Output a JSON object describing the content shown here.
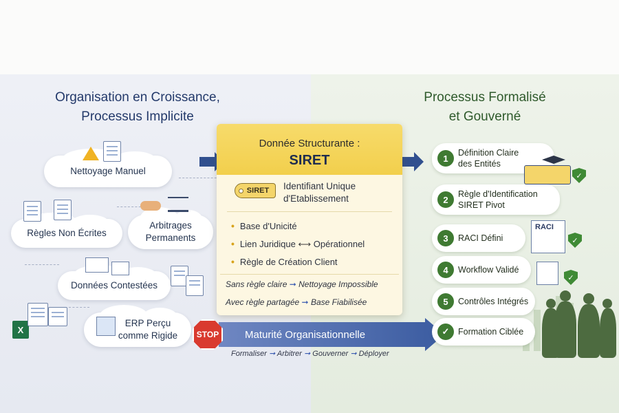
{
  "left": {
    "title_line1": "Organisation en Croissance,",
    "title_line2": "Processus Implicite",
    "clouds": {
      "nettoyage": "Nettoyage Manuel",
      "regles": "Règles Non Écrites",
      "arbitrages_1": "Arbitrages",
      "arbitrages_2": "Permanents",
      "donnees": "Données Contestées",
      "erp_1": "ERP Perçu",
      "erp_2": "comme Rigide"
    },
    "stop_label": "STOP"
  },
  "center": {
    "header_title": "Donnée Structurante :",
    "header_siret": "SIRET",
    "tag_label": "SIRET",
    "identifier_line1": "Identifiant Unique",
    "identifier_line2": "d'Etablissement",
    "bullets": [
      "Base d'Unicité",
      "Lien Juridique",
      "Opérationnel",
      "Règle de Création Client"
    ],
    "rules": [
      {
        "left": "Sans règle claire",
        "right": "Nettoyage Impossible"
      },
      {
        "left": "Avec règle partagée",
        "right": "Base Fiabilisée"
      }
    ],
    "maturity": "Maturité Organisationnelle",
    "steps": [
      "Formaliser",
      "Arbitrer",
      "Gouverner",
      "Déployer"
    ]
  },
  "right": {
    "title_line1": "Processus Formalisé",
    "title_line2": "et Gouverné",
    "items": [
      {
        "num": "1",
        "line1": "Définition Claire",
        "line2": "des Entités"
      },
      {
        "num": "2",
        "line1": "Règle d'Identification",
        "line2": "SIRET Pivot"
      },
      {
        "num": "3",
        "line1": "RACI Défini",
        "line2": ""
      },
      {
        "num": "4",
        "line1": "Workflow Validé",
        "line2": ""
      },
      {
        "num": "5",
        "line1": "Contrôles Intégrés",
        "line2": ""
      },
      {
        "num": "✓",
        "line1": "Formation Ciblée",
        "line2": ""
      }
    ],
    "raci_label": "RACI"
  },
  "colors": {
    "left_title": "#243a6b",
    "right_title": "#2f5a2c",
    "accent_yellow": "#f2cf4c",
    "green": "#3f7a32",
    "stop": "#d93a2f"
  },
  "icons": [
    "warning-icon",
    "document-icon",
    "handshake-icon",
    "scales-icon",
    "chart-icon",
    "excel-icon",
    "stop-sign-icon",
    "check-shield-icon",
    "graduation-cap-icon",
    "id-badge-icon",
    "people-icon"
  ]
}
